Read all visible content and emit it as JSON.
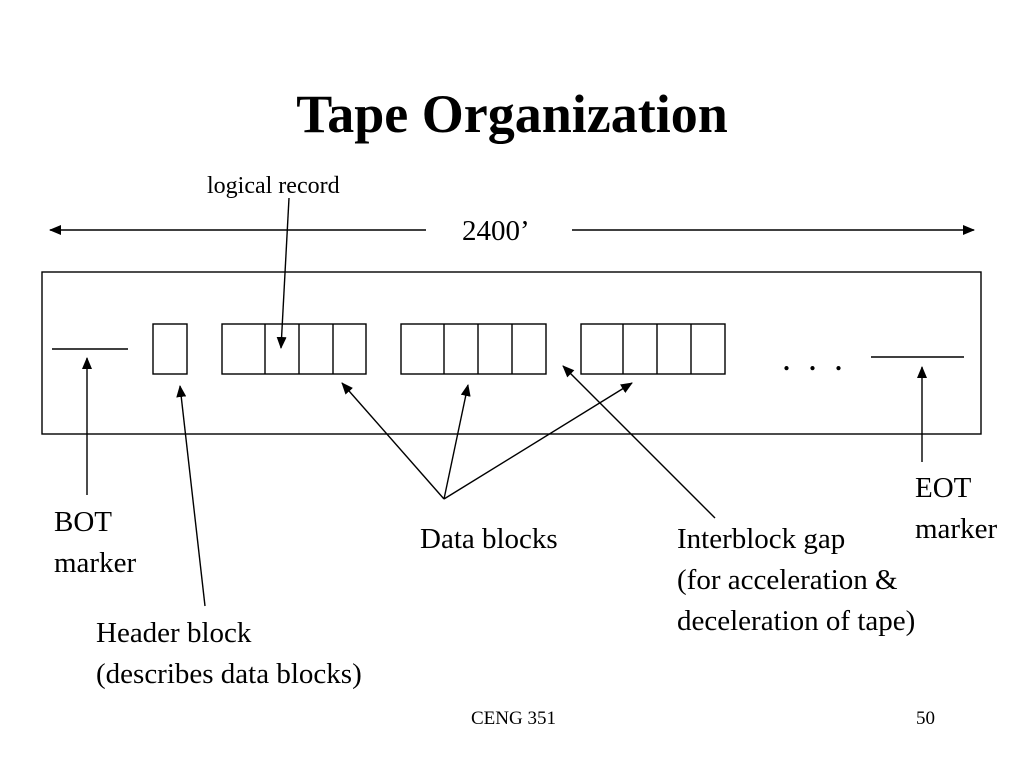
{
  "slide": {
    "title": "Tape Organization"
  },
  "diagram": {
    "tape_length": "2400’",
    "ellipsis": ". . .",
    "labels": {
      "logical_record": "logical record",
      "bot_marker": [
        "BOT",
        "marker"
      ],
      "header_block": [
        "Header block",
        "(describes data blocks)"
      ],
      "data_blocks": "Data blocks",
      "interblock_gap": [
        "Interblock gap",
        "(for acceleration &",
        "deceleration of tape)"
      ],
      "eot_marker": [
        "EOT",
        "marker"
      ]
    }
  },
  "footer": {
    "course": "CENG 351",
    "page_number": "50"
  }
}
